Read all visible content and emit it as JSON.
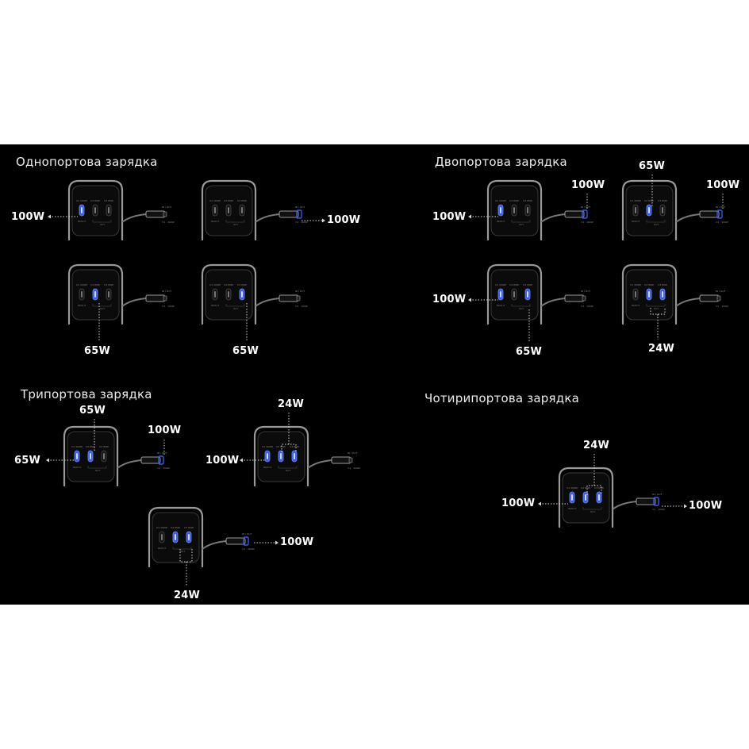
{
  "sections": {
    "single": "Однопортова зарядка",
    "dual": "Двопортова зарядка",
    "triple": "Трипортова зарядка",
    "quad": "Чотирипортова зарядка"
  },
  "port_labels": {
    "top": [
      "C1 100W",
      "C2 65W",
      "C3 65W"
    ],
    "under_c1": "IN/OUT",
    "under_c23": "OUT",
    "cable_top": "IN / OUT",
    "cable_bottom": "C1 · 100W"
  },
  "colors": {
    "active_port": "#3b5bdb",
    "inactive_port": "#2a2a2a",
    "background": "#000000",
    "frame": "#9a9a9a"
  },
  "power_labels": {
    "u1": "100W",
    "u2": "100W",
    "u3": "65W",
    "u4": "65W",
    "u5a": "100W",
    "u5b": "100W",
    "u6a": "65W",
    "u6b": "100W",
    "u7a": "100W",
    "u7b": "65W",
    "u8": "24W",
    "u9a": "65W",
    "u9b": "65W",
    "u9c": "100W",
    "u10a": "24W",
    "u10b": "100W",
    "u11a": "100W",
    "u11b": "24W",
    "u12a": "24W",
    "u12b": "100W",
    "u12c": "100W"
  },
  "units": [
    {
      "id": "u1",
      "active": [
        true,
        false,
        false
      ],
      "plug": false
    },
    {
      "id": "u2",
      "active": [
        false,
        false,
        false
      ],
      "plug": true
    },
    {
      "id": "u3",
      "active": [
        false,
        true,
        false
      ],
      "plug": false
    },
    {
      "id": "u4",
      "active": [
        false,
        false,
        true
      ],
      "plug": false
    },
    {
      "id": "u5",
      "active": [
        true,
        false,
        false
      ],
      "plug": true
    },
    {
      "id": "u6",
      "active": [
        false,
        true,
        false
      ],
      "plug": true
    },
    {
      "id": "u7",
      "active": [
        true,
        false,
        true
      ],
      "plug": false
    },
    {
      "id": "u8",
      "active": [
        false,
        true,
        true
      ],
      "plug": false
    },
    {
      "id": "u9",
      "active": [
        true,
        true,
        false
      ],
      "plug": true
    },
    {
      "id": "u10",
      "active": [
        true,
        true,
        true
      ],
      "plug": false
    },
    {
      "id": "u11",
      "active": [
        false,
        true,
        true
      ],
      "plug": true
    },
    {
      "id": "u12",
      "active": [
        true,
        true,
        true
      ],
      "plug": true
    }
  ]
}
